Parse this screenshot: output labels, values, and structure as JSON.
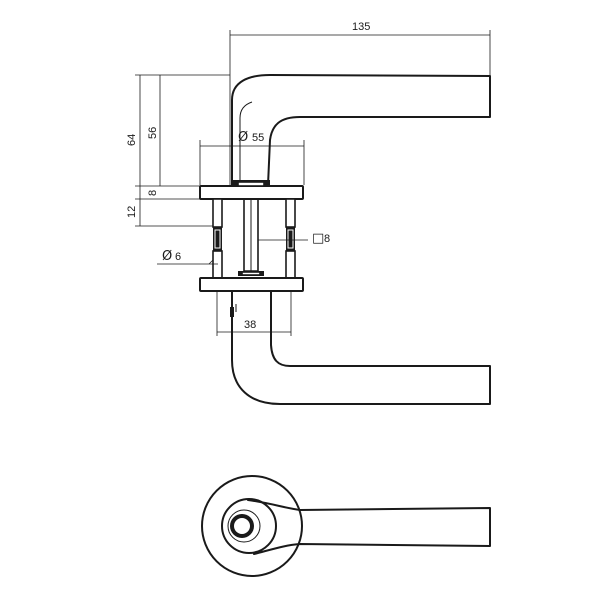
{
  "drawing": {
    "dimensions": {
      "total_length": "135",
      "rose_diameter": "55",
      "height_total": "64",
      "height_lever": "56",
      "rose_thickness": "8",
      "rose_spacing": "12",
      "screw_diameter": "6",
      "spindle_square": "8",
      "screw_spacing": "38"
    },
    "symbols": {
      "diameter": "Ø",
      "square": "□"
    }
  }
}
